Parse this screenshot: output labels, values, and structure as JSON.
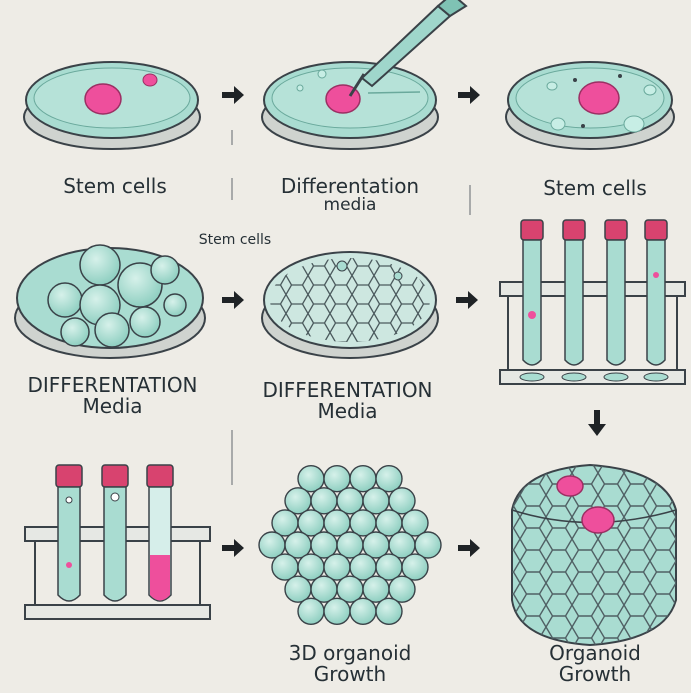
{
  "colors": {
    "background": "#eeece6",
    "media": "#a9dcd1",
    "media_dark": "#7fc2b4",
    "cell_pink": "#ee4f9c",
    "outline": "#3a4248",
    "cap": "#c2456f",
    "arrow": "#1f2326"
  },
  "steps": {
    "step1": {
      "label": "Stem cells"
    },
    "step2": {
      "label_line1": "Differentation",
      "label_line2": "media"
    },
    "step3": {
      "label": "Stem cells"
    },
    "step4": {
      "label_line1": "DIFFERENTATION",
      "label_line2": "Media"
    },
    "step5": {
      "label_line1": "DIFFERENTATION",
      "label_line2": "Media"
    },
    "step6": {
      "caption": "Stem cells"
    },
    "step7": {
      "label_line1": "3D organoid",
      "label_line2": "Growth"
    },
    "step8": {
      "label_line1": "Organoid",
      "label_line2": "Growth"
    }
  },
  "icons": {
    "arrow": "right-arrow-icon",
    "down": "down-arrow-icon",
    "pipette": "pipette-icon",
    "tube": "test-tube-icon"
  }
}
